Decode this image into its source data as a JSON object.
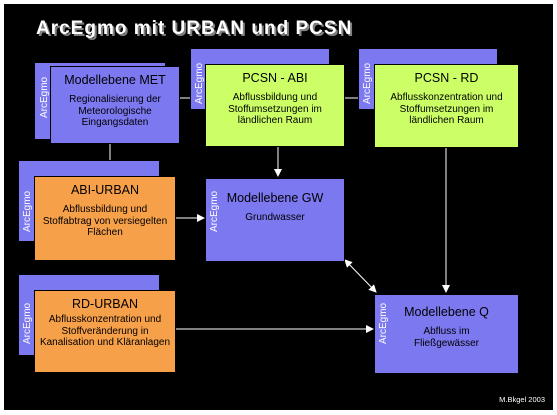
{
  "title": "ArcEgmo mit URBAN und PCSN",
  "credit": "M.Bkgel 2003",
  "side_label": "ArcEgmo",
  "colors": {
    "blue": "#7b78f0",
    "green": "#ccff66",
    "orange": "#f7a04a",
    "background": "#000000"
  },
  "boxes": {
    "met": {
      "title": "Modellebene MET",
      "desc": "Regionalisierung der Meteorologische Eingangsdaten"
    },
    "pcsn_abi": {
      "title": "PCSN - ABI",
      "desc": "Abflussbildung und Stoffumsetzungen im ländlichen Raum"
    },
    "pcsn_rd": {
      "title": "PCSN - RD",
      "desc": "Abflusskonzentration und Stoffumsetzungen im ländlichen Raum"
    },
    "abi_urban": {
      "title": "ABI-URBAN",
      "desc": "Abflussbildung und Stoffabtrag von versiegelten Flächen"
    },
    "gw": {
      "title": "Modellebene GW",
      "desc": "Grundwasser"
    },
    "rd_urban": {
      "title": "RD-URBAN",
      "desc": "Abflusskonzentration und Stoffveränderung in Kanalisation und Kläranlagen"
    },
    "q": {
      "title": "Modellebene Q",
      "desc": "Abfluss im Fließgewässer"
    }
  }
}
